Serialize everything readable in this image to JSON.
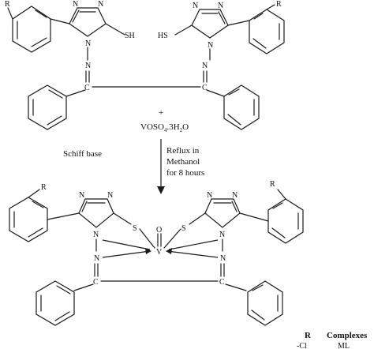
{
  "atoms": {
    "R": "R",
    "N": "N",
    "C": "C",
    "S": "S",
    "SH": "SH",
    "HS": "HS",
    "V": "V",
    "O": "O"
  },
  "reagent": {
    "plus": "+",
    "formula_prefix": "VOSO",
    "sub_4": "4",
    "formula_mid": ".3H",
    "sub_2": "2",
    "formula_suffix": "O"
  },
  "labels": {
    "schiff_base": "Schiff base"
  },
  "conditions": [
    "Reflux in",
    "Methanol",
    "for 8 hours"
  ],
  "table": {
    "header_r": "R",
    "header_complexes": "Complexes",
    "row_r_partial": "-Cl",
    "row_complex_partial": "ML"
  }
}
